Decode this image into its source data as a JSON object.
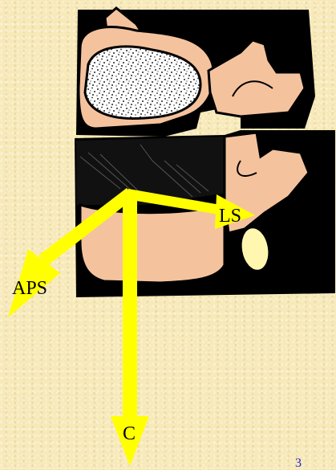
{
  "diagram": {
    "labels": {
      "ls": "LS",
      "aps": "APS",
      "c": "C"
    },
    "page_number": "3"
  },
  "colors": {
    "background": "#f7e9b8",
    "black": "#000000",
    "bone": "#f4c39e",
    "arrow": "#ffff00",
    "nerve": "#fff7b0",
    "page_number": "#2222cc"
  }
}
